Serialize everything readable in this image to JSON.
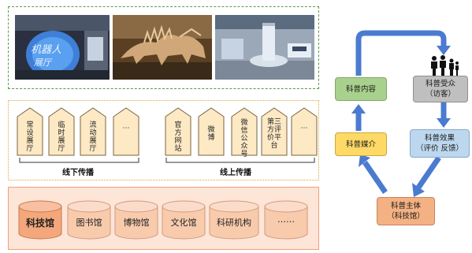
{
  "channels": {
    "houses": [
      {
        "label": "常设展厅"
      },
      {
        "label": "临时展厅"
      },
      {
        "label": "流动展厅"
      },
      {
        "label": "⋯"
      },
      {
        "label": "官方网站"
      },
      {
        "label": "微博"
      },
      {
        "label": "微信公众号"
      },
      {
        "label": "第三方评价平台"
      },
      {
        "label": "⋯"
      }
    ],
    "offline_label": "线下传播",
    "online_label": "线上传播"
  },
  "institutions": [
    {
      "label": "科技馆"
    },
    {
      "label": "图书馆"
    },
    {
      "label": "博物馆"
    },
    {
      "label": "文化馆"
    },
    {
      "label": "科研机构"
    },
    {
      "label": "……"
    }
  ],
  "cycle": {
    "content": "科普内容",
    "audience_1": "科普受众",
    "audience_2": "（访客）",
    "media": "科普媒介",
    "effect_1": "科普效果",
    "effect_2": "（评价 反馈）",
    "subject_1": "科普主体",
    "subject_2": "（科技馆）"
  },
  "colors": {
    "content_node": "#a9d18e",
    "audience_node": "#bfbfbf",
    "media_node": "#ffd966",
    "effect_node": "#bdd7ee",
    "subject_node": "#f4b183",
    "arrow": "#4a7bd0",
    "house_fill": "#fde9c4",
    "cylinder": "#f8cbad"
  }
}
